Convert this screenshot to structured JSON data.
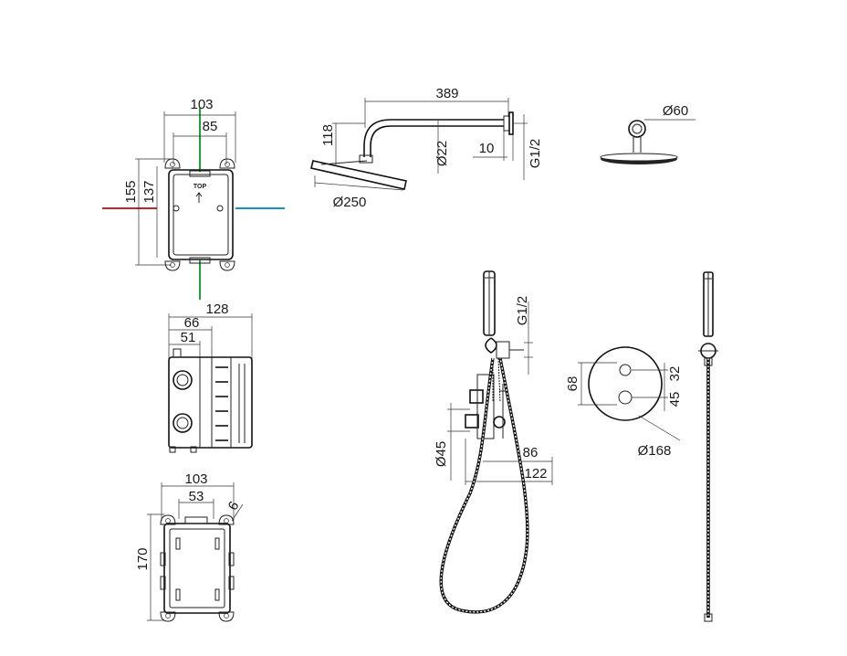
{
  "colors": {
    "hot": "#c0272d",
    "cold": "#1a8fc7",
    "outlet": "#1f9e3c",
    "line": "#222222"
  },
  "box_front": {
    "width_outer": "103",
    "width_inner": "85",
    "height_outer": "155",
    "height_inner": "137",
    "top_label": "TOP"
  },
  "box_side": {
    "depth_total": "128",
    "depth_mid": "66",
    "depth_inner": "51"
  },
  "box_back": {
    "width": "103",
    "width_inner": "53",
    "height": "170",
    "hole": "6"
  },
  "shower_arm": {
    "length": "389",
    "drop": "118",
    "pipe_dia": "Ø22",
    "flange": "10",
    "thread": "G1/2",
    "head_dia": "Ø250"
  },
  "head_top": {
    "dia": "Ø60"
  },
  "hand_shower": {
    "thread": "G1/2",
    "holder_dia": "Ø45",
    "offset_86": "86",
    "offset_122": "122"
  },
  "plate": {
    "spacing_68": "68",
    "spacing_45": "45",
    "spacing_32": "32",
    "dia": "Ø168"
  }
}
